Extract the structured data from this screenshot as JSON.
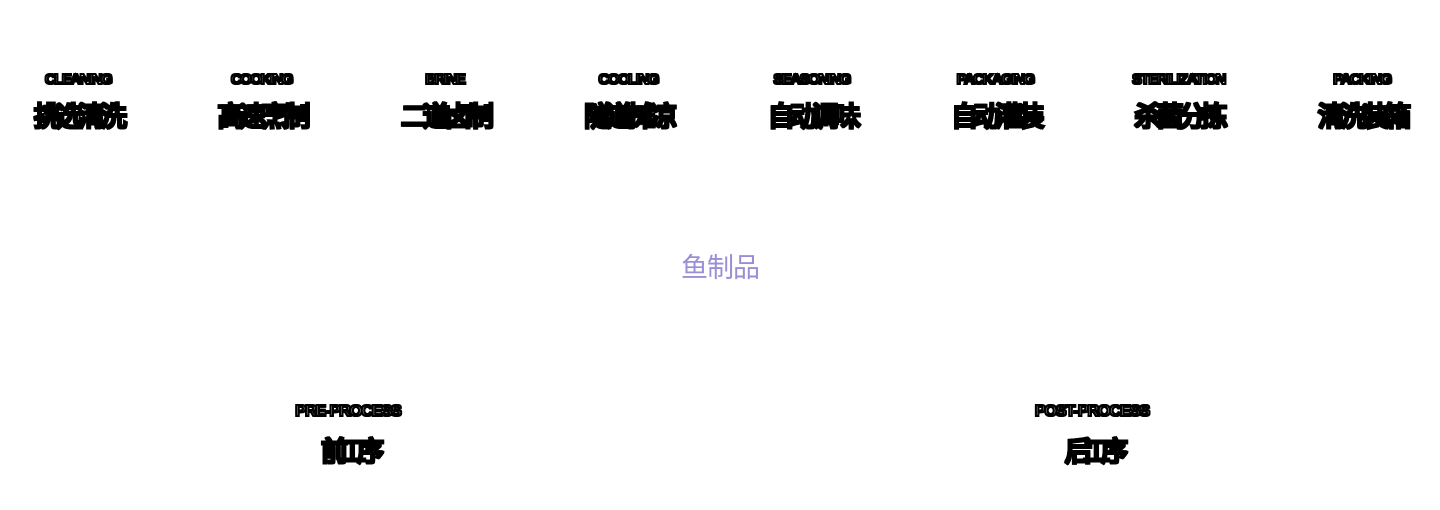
{
  "page": {
    "background_color": "#ffffff",
    "outline_text_color": "#ffffff",
    "outline_stroke_color": "#000000"
  },
  "process_steps": [
    {
      "en": "CLEANING",
      "zh": "挑选清洗"
    },
    {
      "en": "COOKING",
      "zh": "高速烹制"
    },
    {
      "en": "BRINE",
      "zh": "二道卤制"
    },
    {
      "en": "COOLING",
      "zh": "隧道摊凉"
    },
    {
      "en": "SEASONING",
      "zh": "自动调味"
    },
    {
      "en": "PACKAGING",
      "zh": "自动灌装"
    },
    {
      "en": "STERILIZATION",
      "zh": "杀菌分拣"
    },
    {
      "en": "PACKING",
      "zh": "清洗装箱"
    }
  ],
  "product_title": {
    "label": "鱼制品",
    "color": "#9a8fd6"
  },
  "workshops": [
    {
      "en": "PRE-PROCESS",
      "zh": "前工序"
    },
    {
      "en": "POST-PROCESS",
      "zh": "后工序"
    }
  ]
}
